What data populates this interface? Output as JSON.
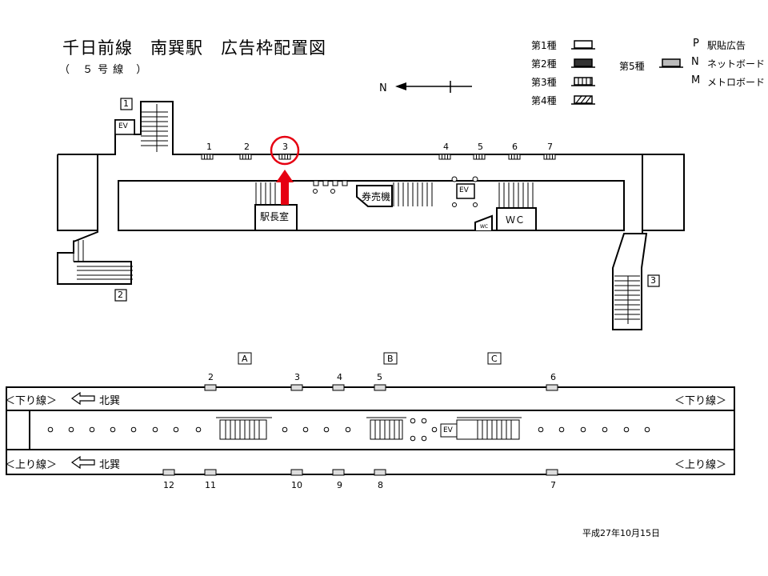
{
  "title": "千日前線　南巽駅　広告枠配置図",
  "subtitle": "（ ５号線 ）",
  "legend": {
    "type1": "第1種",
    "type2": "第2種",
    "type3": "第3種",
    "type4": "第4種",
    "type5": "第5種",
    "p_code": "P",
    "p_label": "駅貼広告",
    "n_code": "N",
    "n_label": "ネットボード",
    "m_code": "M",
    "m_label": "メトロボード"
  },
  "north_label": "N",
  "concourse": {
    "exit1": "1",
    "exit2": "2",
    "exit3": "3",
    "ev": "EV",
    "ev2": "EV",
    "station_office": "駅長室",
    "ticket_machine": "券売機",
    "wc": "ＷＣ",
    "wc_small": "WC",
    "ad_numbers": [
      "1",
      "2",
      "3",
      "4",
      "5",
      "6",
      "7"
    ]
  },
  "platform": {
    "sections": [
      "A",
      "B",
      "C"
    ],
    "top_ads": [
      "2",
      "3",
      "4",
      "5",
      "6"
    ],
    "bottom_ads": [
      "12",
      "11",
      "10",
      "9",
      "8",
      "7"
    ],
    "down_line_left": "＜下り線＞",
    "up_line_left": "＜上り線＞",
    "down_line_right": "＜下り線＞",
    "up_line_right": "＜上り線＞",
    "direction_left_top": "北巽",
    "direction_left_bottom": "北巽",
    "ev": "EV"
  },
  "date": "平成27年10月15日",
  "colors": {
    "highlight": "#e60012",
    "line": "#000000"
  }
}
